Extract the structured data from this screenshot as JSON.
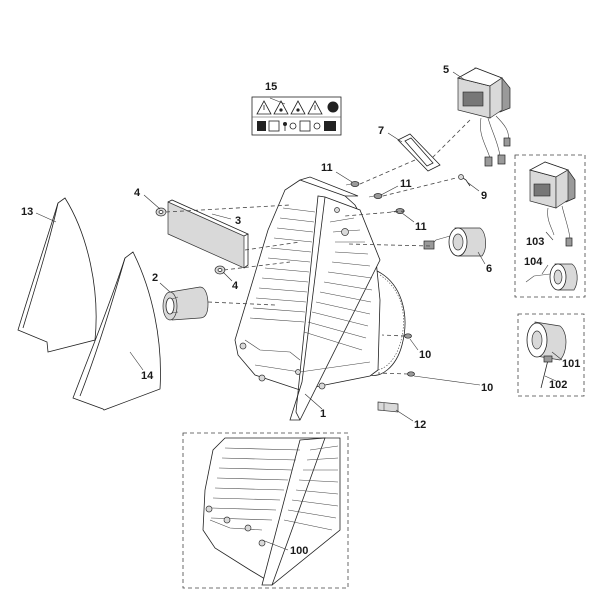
{
  "diagram": {
    "callouts": {
      "c1": "1",
      "c2": "2",
      "c3": "3",
      "c4a": "4",
      "c4b": "4",
      "c5": "5",
      "c6": "6",
      "c7": "7",
      "c9": "9",
      "c10a": "10",
      "c10b": "10",
      "c11a": "11",
      "c11b": "11",
      "c11c": "11",
      "c12": "12",
      "c13": "13",
      "c14": "14",
      "c15": "15",
      "c100": "100",
      "c101": "101",
      "c102": "102",
      "c103": "103",
      "c104": "104"
    },
    "colors": {
      "line": "#222222",
      "fill_light": "#d9d9d9",
      "fill_dark": "#9a9a9a",
      "background": "#ffffff"
    }
  }
}
